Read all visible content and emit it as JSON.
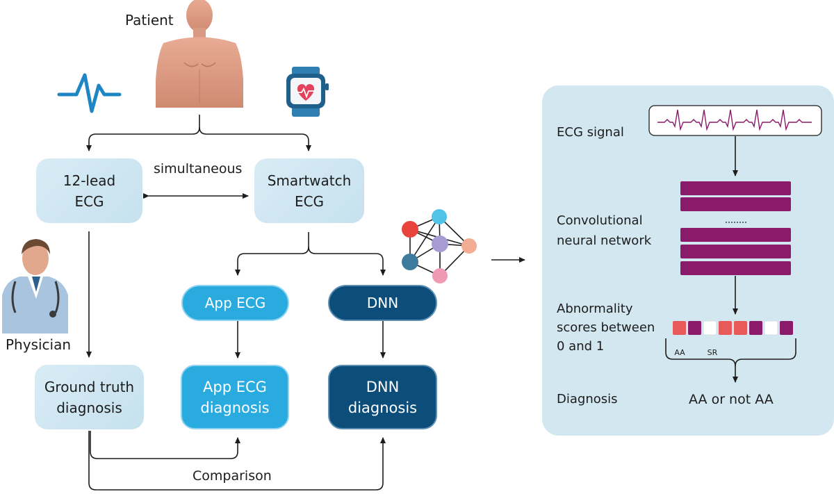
{
  "labels": {
    "patient": "Patient",
    "physician": "Physician",
    "simultaneous": "simultaneous",
    "comparison": "Comparison"
  },
  "boxes": {
    "twelve_lead": "12-lead\nECG",
    "smartwatch": "Smartwatch\nECG",
    "app_ecg": "App ECG",
    "dnn": "DNN",
    "ground_truth": "Ground truth\ndiagnosis",
    "app_ecg_diagnosis": "App ECG\ndiagnosis",
    "dnn_diagnosis": "DNN\ndiagnosis"
  },
  "panel": {
    "ecg_signal": "ECG signal",
    "cnn": "Convolutional\nneural network",
    "scores": "Abnormality\nscores between\n0 and 1",
    "diagnosis": "Diagnosis",
    "result": "AA or not AA",
    "score_label_aa": "AA",
    "score_label_sr": "SR"
  },
  "colors": {
    "light_box": "#d3e7f0",
    "cyan": "#2aabe0",
    "navy": "#0d4d7a",
    "cnn_layer": "#8b1a6b",
    "score_red": "#e85a5a",
    "score_purple": "#8b1a6b",
    "score_white": "#ffffff",
    "ecg_icon": "#1e86c4"
  },
  "score_cells": [
    "red",
    "purple",
    "white",
    "red",
    "red",
    "purple",
    "white",
    "purple"
  ],
  "icons": [
    "patient-torso-icon",
    "heartbeat-icon",
    "smartwatch-icon",
    "physician-icon",
    "neural-network-icon"
  ]
}
